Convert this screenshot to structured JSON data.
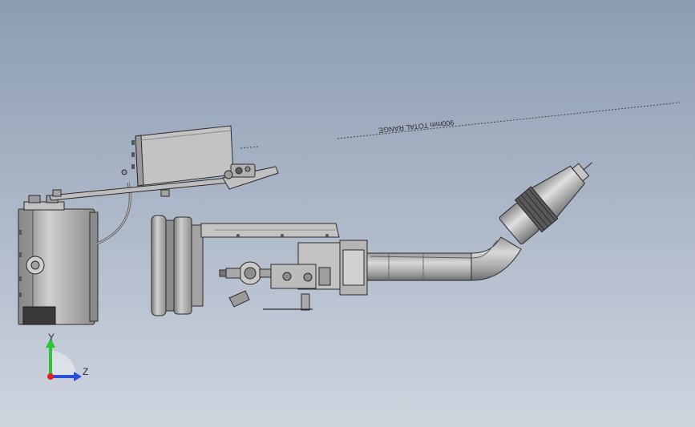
{
  "annotation": {
    "range_text": "900mm TOTAL RANGE"
  },
  "triad": {
    "y_label": "Y",
    "z_label": "Z"
  },
  "colors": {
    "bg_top": "#8d9cb2",
    "bg_bottom": "#cfd5df",
    "part_fill": "#b9b9b9",
    "part_dark": "#6f6f6f",
    "part_shadow": "#8a8a8a",
    "edge": "#2b2b2b",
    "axis_y": "#2ec43a",
    "axis_z": "#2a4fd6",
    "axis_x": "#e0201c"
  },
  "icons": [
    "triad-icon",
    "z-arrow-icon",
    "y-arrow-icon"
  ]
}
